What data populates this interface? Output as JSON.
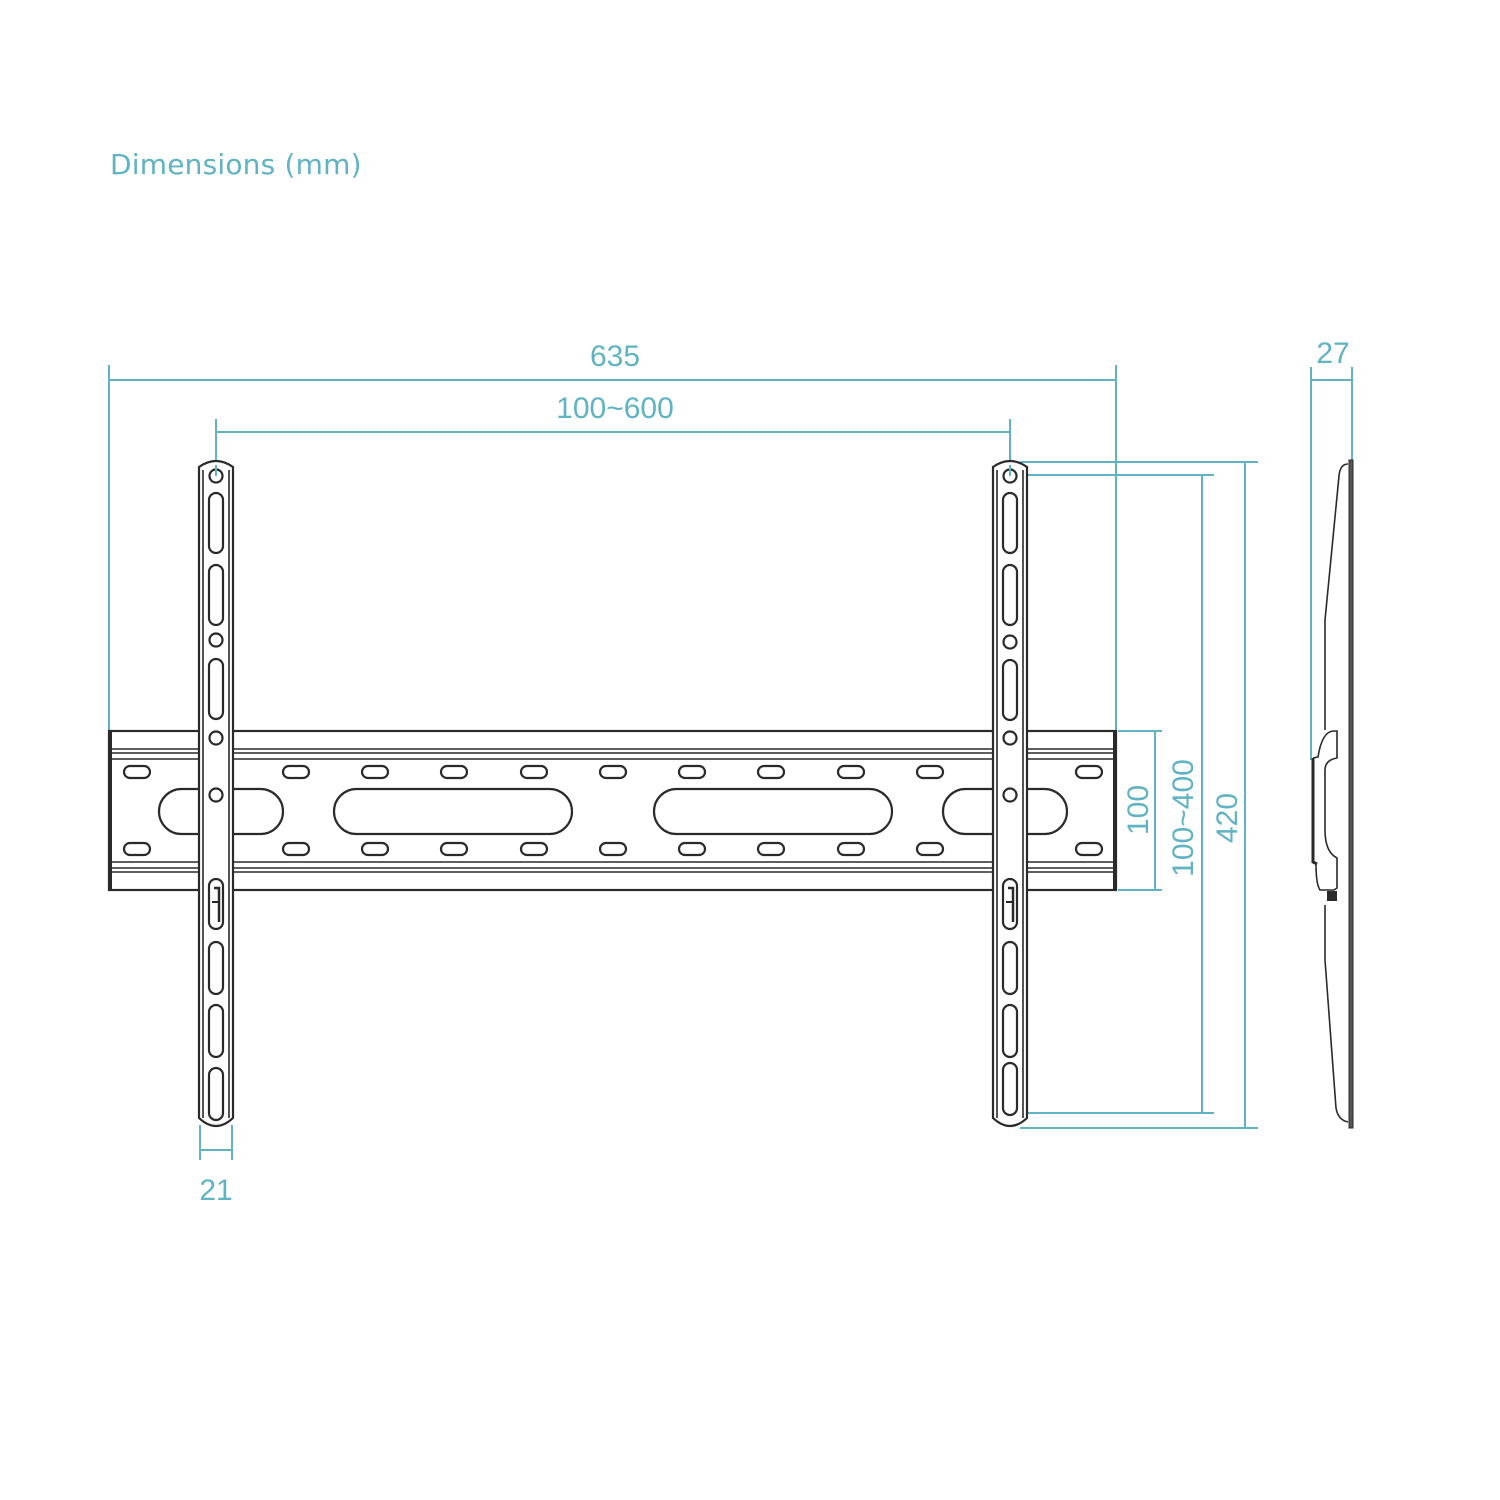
{
  "title": "Dimensions (mm)",
  "colors": {
    "dimension": "#5fb3c2",
    "outline": "#2a2a2a",
    "background": "#ffffff"
  },
  "dimensions": {
    "overall_width": "635",
    "vesa_horizontal": "100~600",
    "arm_width": "21",
    "rail_height": "100",
    "vesa_vertical": "100~400",
    "overall_height": "420",
    "depth": "27"
  },
  "views": [
    {
      "name": "front-view",
      "description": "Wall plate with two vertical mounting arms"
    },
    {
      "name": "side-view",
      "description": "Profile showing 27 mm depth"
    }
  ]
}
